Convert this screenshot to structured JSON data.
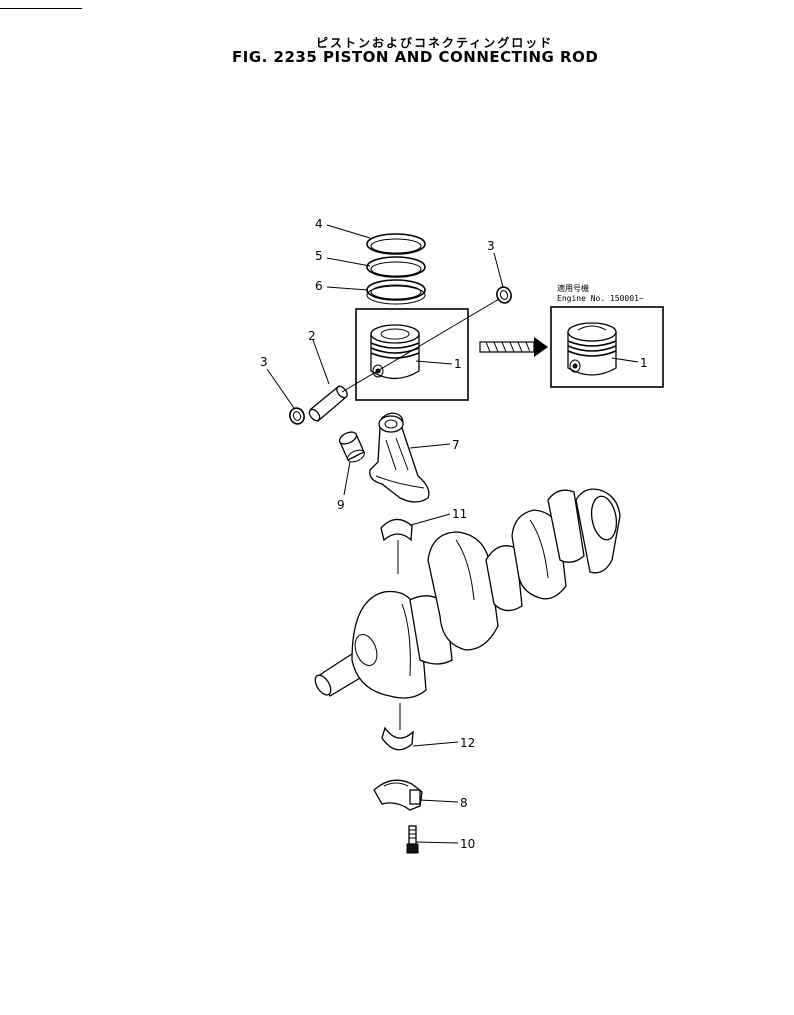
{
  "header": {
    "title_jp": "ピストンおよびコネクティングロッド",
    "title_en": "FIG. 2235  PISTON AND CONNECTING ROD"
  },
  "note": {
    "jp": "適用号機",
    "en": "Engine  No. 150001~"
  },
  "callouts": {
    "c1a": "1",
    "c1b": "1",
    "c2": "2",
    "c3a": "3",
    "c3b": "3",
    "c4": "4",
    "c5": "5",
    "c6": "6",
    "c7": "7",
    "c8": "8",
    "c9": "9",
    "c10": "10",
    "c11": "11",
    "c12": "12"
  }
}
